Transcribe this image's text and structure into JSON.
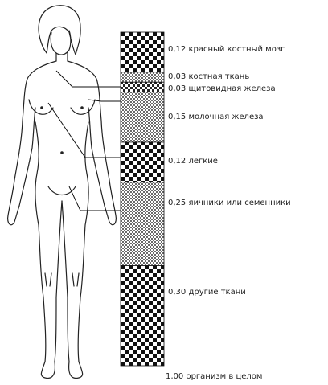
{
  "segments": [
    {
      "value": 0.12,
      "text": "0,12 красный костный мозг",
      "pattern": "checker-coarse"
    },
    {
      "value": 0.03,
      "text": "0,03 костная ткань",
      "pattern": "checker-fine"
    },
    {
      "value": 0.03,
      "text": "0,03 щитовидная железа",
      "pattern": "checker-dense"
    },
    {
      "value": 0.15,
      "text": "0,15 молочная железа",
      "pattern": "checker-fine"
    },
    {
      "value": 0.12,
      "text": "0,12 легкие",
      "pattern": "checker-coarse"
    },
    {
      "value": 0.25,
      "text": "0,25 яичники или семенники",
      "pattern": "checker-fine"
    },
    {
      "value": 0.3,
      "text": "0,30 другие ткани",
      "pattern": "checker-coarse"
    }
  ],
  "total": {
    "value": 1.0,
    "text": "1,00 организм в целом"
  }
}
